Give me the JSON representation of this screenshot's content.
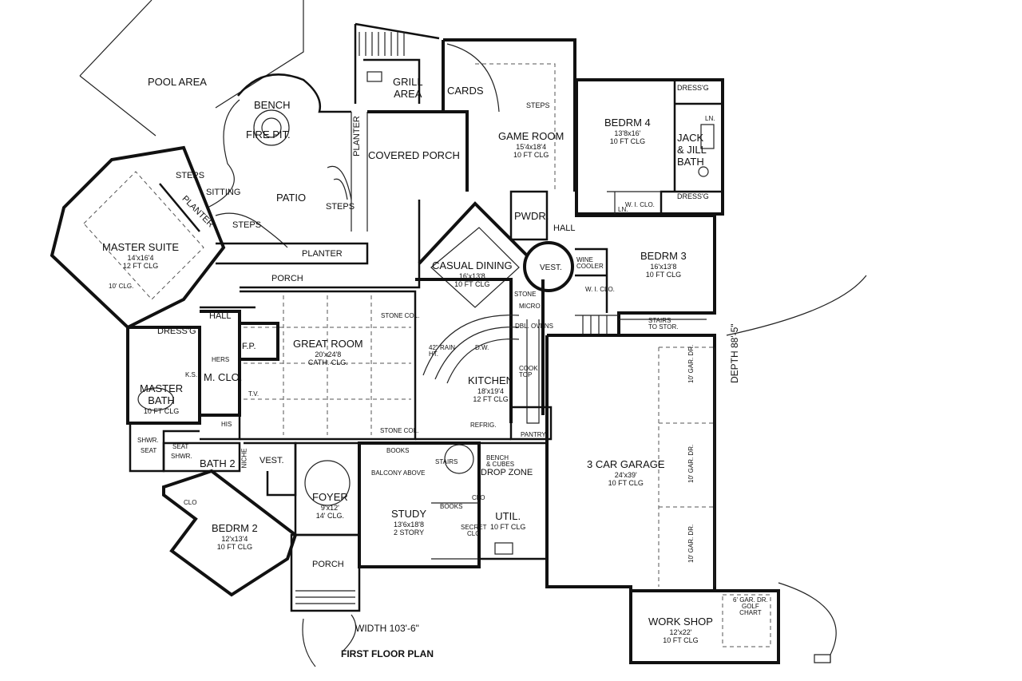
{
  "plan_title": "FIRST FLOOR PLAN",
  "width_label": "WIDTH 103'-6\"",
  "depth_label": "DEPTH 88'-5\"",
  "rooms": {
    "pool_area": {
      "name": "POOL AREA"
    },
    "grill_area": {
      "name": "GRILL\nAREA"
    },
    "cards": {
      "name": "CARDS"
    },
    "game_room": {
      "name": "GAME ROOM",
      "size": "15'4x18'4",
      "ceiling": "10 FT CLG"
    },
    "bedrm4": {
      "name": "BEDRM 4",
      "size": "13'8x16'",
      "ceiling": "10 FT CLG"
    },
    "jack_jill": {
      "name": "JACK\n& JILL\nBATH"
    },
    "bedrm3": {
      "name": "BEDRM 3",
      "size": "16'x13'8",
      "ceiling": "10 FT CLG"
    },
    "covered_porch": {
      "name": "COVERED PORCH"
    },
    "patio": {
      "name": "PATIO"
    },
    "fire_pit": {
      "name": "FIRE PIT."
    },
    "bench": {
      "name": "BENCH"
    },
    "master_suite": {
      "name": "MASTER SUITE",
      "size": "14'x16'4",
      "ceiling": "12 FT CLG"
    },
    "casual_dining": {
      "name": "CASUAL DINING",
      "size": "16'x13'8",
      "ceiling": "10 FT CLG"
    },
    "pwdr": {
      "name": "PWDR."
    },
    "vest_rear": {
      "name": "VEST."
    },
    "great_room": {
      "name": "GREAT ROOM",
      "size": "20'x24'8",
      "ceiling": "CATH. CLG."
    },
    "kitchen": {
      "name": "KITCHEN",
      "size": "18'x19'4",
      "ceiling": "12 FT CLG"
    },
    "m_clo": {
      "name": "M. CLO."
    },
    "master_bath": {
      "name": "MASTER\nBATH",
      "ceiling": "10 FT CLG"
    },
    "bath2": {
      "name": "BATH 2"
    },
    "bedrm2": {
      "name": "BEDRM 2",
      "size": "12'x13'4",
      "ceiling": "10 FT CLG"
    },
    "foyer": {
      "name": "FOYER",
      "size": "9'x12'",
      "ceiling": "14' CLG."
    },
    "study": {
      "name": "STUDY",
      "size": "13'6x18'8",
      "ceiling": "2 STORY"
    },
    "util": {
      "name": "UTIL.",
      "ceiling": "10 FT CLG"
    },
    "garage": {
      "name": "3 CAR GARAGE",
      "size": "24'x39'",
      "ceiling": "10 FT CLG"
    },
    "work_shop": {
      "name": "WORK SHOP",
      "size": "12'x22'",
      "ceiling": "10 FT CLG"
    }
  },
  "labels": {
    "planter_left": "PLANTER",
    "planter_covered": "PLANTER",
    "planter_bottom": "PLANTER",
    "steps_left": "STEPS",
    "steps_patio": "STEPS",
    "steps_right": "STEPS",
    "steps_game": "STEPS",
    "sitting": "SITTING",
    "porch_rear": "PORCH",
    "porch_front": "PORCH",
    "hall_master": "HALL",
    "hall_rear": "HALL",
    "dressg_master": "DRESS'G",
    "dressg_top": "DRESS'G",
    "dressg_bottom": "DRESS'G",
    "fp": "F.P.",
    "tv": "T.V.",
    "hers": "HERS",
    "his": "HIS",
    "ks": "K.S.",
    "shwr": "SHWR.",
    "seat": "SEAT",
    "seat2": "SEAT",
    "shwr2": "SHWR.",
    "clo_bed2": "CLO",
    "niche": "NICHE",
    "vest_front": "VEST.",
    "books_top": "BOOKS",
    "books_side": "BOOKS",
    "balcony": "BALCONY ABOVE",
    "stairs_study": "STAIRS",
    "secret_clo": "SECRET\nCLO",
    "bench_cubes": "BENCH\n& CUBES",
    "drop_zone": "DROP ZONE",
    "clo_util": "CLO",
    "pantry": "PANTRY",
    "refrig": "REFRIG.",
    "stone_col_top": "STONE COL.",
    "stone_col_bottom": "STONE COL.",
    "stone": "STONE",
    "micro": "MICRO",
    "dbl_ovens": "DBL. OVENS",
    "cook_top": "COOK\nTOP",
    "rain_ht": "42\" RAIN\nHT.",
    "dw": "D.W.",
    "wine_cooler": "WINE\nCOOLER",
    "wi_clo_bed4": "W. I. CLO.",
    "wi_clo_bed3": "W. I. CLO.",
    "ln1": "LN.",
    "ln2": "LN.",
    "stairs_stor": "STAIRS\nTO STOR.",
    "gar_dr1": "10' GAR. DR.",
    "gar_dr2": "10' GAR. DR.",
    "gar_dr3": "10' GAR. DR.",
    "golf_chart": "6' GAR. DR.\nGOLF\nCHART",
    "clg_master": "10' CLG."
  }
}
